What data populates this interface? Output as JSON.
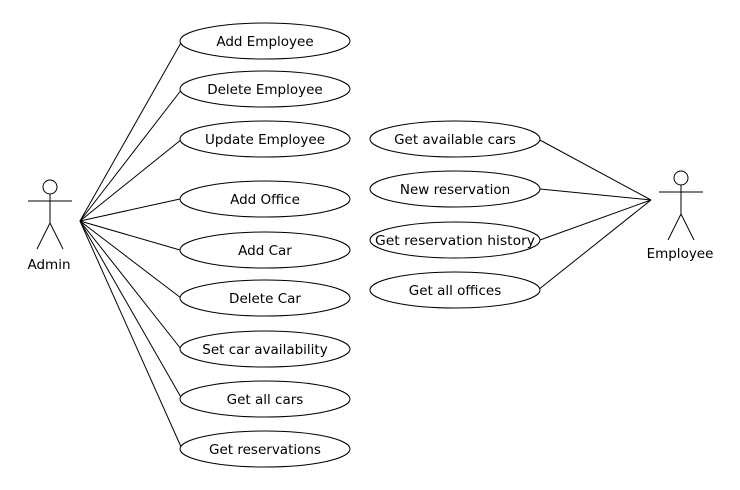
{
  "actors": [
    {
      "id": "admin",
      "label": "Admin"
    },
    {
      "id": "employee",
      "label": "Employee"
    }
  ],
  "admin_use_cases": [
    {
      "label": "Add Employee"
    },
    {
      "label": "Delete Employee"
    },
    {
      "label": "Update Employee"
    },
    {
      "label": "Add Office"
    },
    {
      "label": "Add Car"
    },
    {
      "label": "Delete Car"
    },
    {
      "label": "Set car availability"
    },
    {
      "label": "Get all cars"
    },
    {
      "label": "Get reservations"
    }
  ],
  "employee_use_cases": [
    {
      "label": "Get available cars"
    },
    {
      "label": "New reservation"
    },
    {
      "label": "Get reservation history"
    },
    {
      "label": "Get all offices"
    }
  ]
}
